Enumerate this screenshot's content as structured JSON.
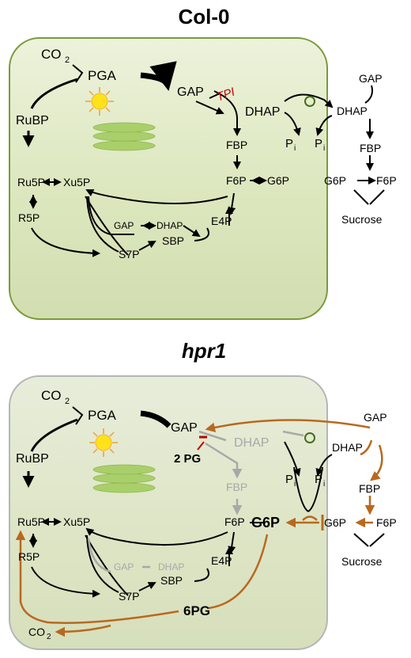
{
  "panels": [
    {
      "title": "Col-0",
      "labels": {
        "co2": "CO",
        "co2_sub": "2",
        "pga": "PGA",
        "gap": "GAP",
        "tpi": "TPI",
        "dhap": "DHAP",
        "rubp": "RuBP",
        "ru5p": "Ru5P",
        "xu5p": "Xu5P",
        "fbp": "FBP",
        "f6p": "F6P",
        "g6p": "G6P",
        "r5p": "R5P",
        "gap_inner": "GAP",
        "dhap_inner": "DHAP",
        "e4p": "E4P",
        "sbp": "SBP",
        "s7p": "S7P",
        "pi_left": "P",
        "pi_right": "P",
        "pi_sub": "i",
        "cyt_gap": "GAP",
        "cyt_dhap": "DHAP",
        "cyt_fbp": "FBP",
        "cyt_g6p": "G6P",
        "cyt_f6p": "F6P",
        "sucrose": "Sucrose"
      }
    },
    {
      "title": "hpr1",
      "labels": {
        "co2": "CO",
        "co2_sub": "2",
        "pga": "PGA",
        "gap": "GAP",
        "dhap": "DHAP",
        "two_pg": "2 PG",
        "rubp": "RuBP",
        "ru5p": "Ru5P",
        "xu5p": "Xu5P",
        "fbp": "FBP",
        "f6p": "F6P",
        "g6p": "G6P",
        "r5p": "R5P",
        "gap_inner": "GAP",
        "dhap_inner": "DHAP",
        "e4p": "E4P",
        "sbp": "SBP",
        "s7p": "S7P",
        "six_pg": "6PG",
        "co2_out": "CO",
        "co2_out_sub": "2",
        "pi_left": "P",
        "pi_right": "P",
        "pi_sub": "i",
        "cyt_gap": "GAP",
        "cyt_dhap": "DHAP",
        "cyt_fbp": "FBP",
        "cyt_g6p": "G6P",
        "cyt_f6p": "F6P",
        "sucrose": "Sucrose"
      }
    }
  ],
  "colors": {
    "chloroplast_top": "#dfe9c4",
    "chloroplast_bottom": "#dde3cb",
    "border_top": "#7a9a3a",
    "border_bottom": "#b5b5b5",
    "arrow": "#000000",
    "orange": "#b8691f",
    "gray": "#a8a8a8",
    "red": "#c00000",
    "thylakoid": "#a9cf6a",
    "sun": "#ffe21a"
  }
}
